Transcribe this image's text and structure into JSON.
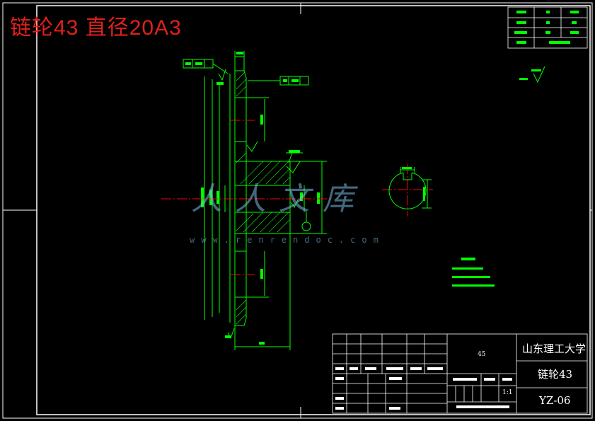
{
  "drawing_title": "链轮43  直径20A3",
  "watermark": {
    "text": "人人文库",
    "url": "www.renrendoc.com"
  },
  "title_block": {
    "university": "山东理工大学",
    "part_name": "链轮43",
    "drawing_number": "YZ-06",
    "material": "45",
    "scale": "1:1"
  },
  "colors": {
    "background": "#000000",
    "frame": "#ffffff",
    "geometry": "#00ff00",
    "centerline": "#ff0000",
    "title": "#e0201c",
    "watermark": "#7fbfe6"
  }
}
